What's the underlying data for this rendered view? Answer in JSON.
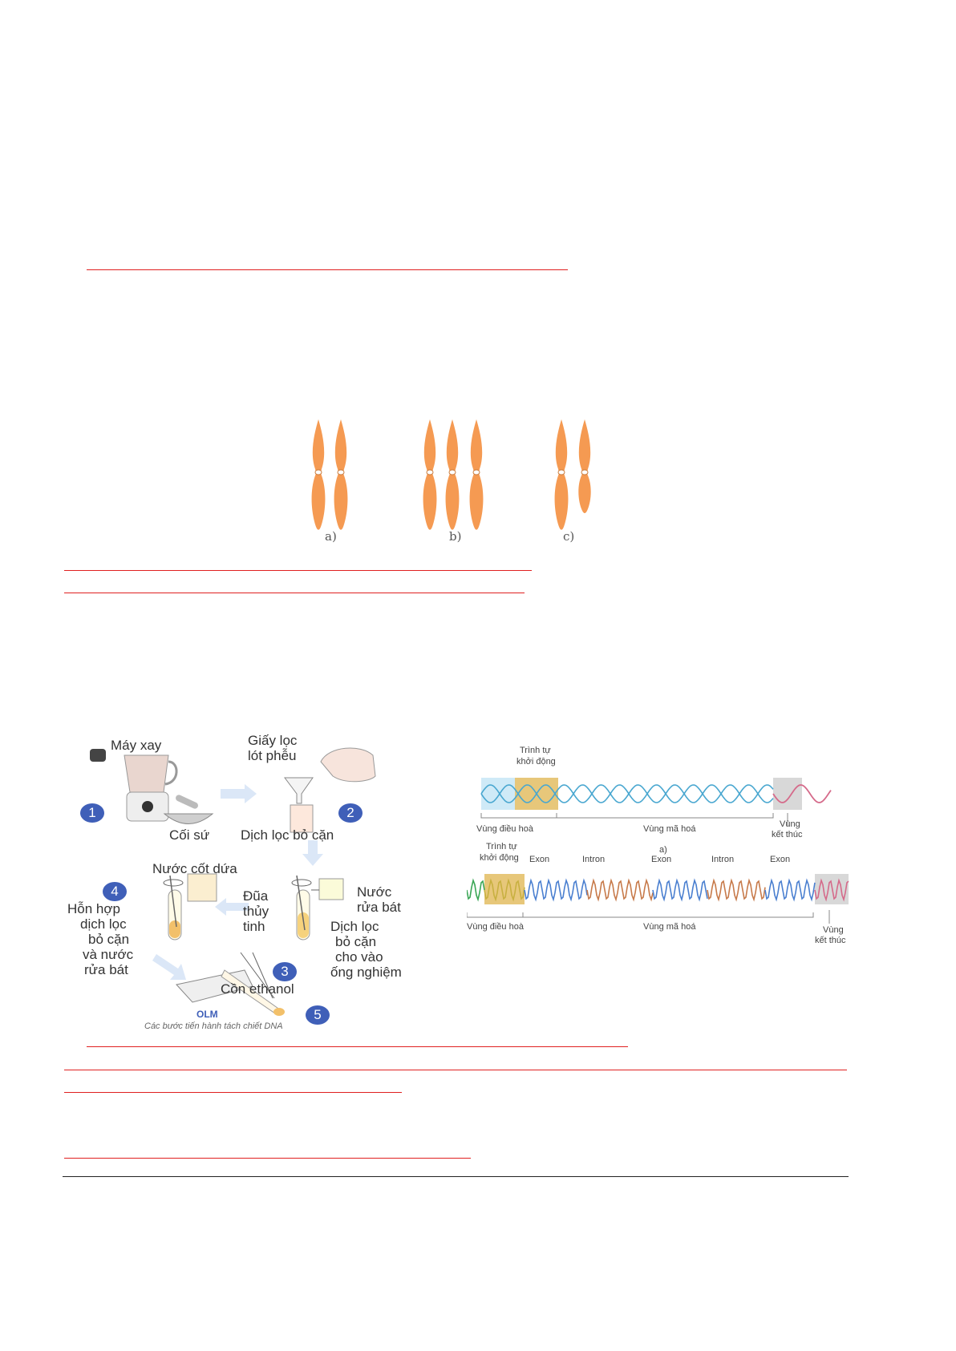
{
  "chromosome_figure": {
    "labels": [
      "a)",
      "b)",
      "c)"
    ]
  },
  "dna_extraction": {
    "steps": {
      "s1_label": "Máy xay",
      "s1_mortar": "Cối sứ",
      "s2_paper": [
        "Giấy lọc",
        "lót phễu"
      ],
      "s2_filtrate": "Dịch lọc bỏ cặn",
      "s3_rod": [
        "Đũa",
        "thủy",
        "tinh"
      ],
      "s3_detergent": [
        "Nước",
        "rửa bát"
      ],
      "s3_filtrate": [
        "Dịch lọc",
        "bỏ cặn",
        "cho vào",
        "ống nghiệm"
      ],
      "s4_pineapple": "Nước cốt dứa",
      "s4_mixture": [
        "Hỗn hợp",
        "dịch lọc",
        "bỏ cặn",
        "và nước",
        "rửa bát"
      ],
      "s5_ethanol": "Cồn ethanol",
      "logo": "OLM"
    },
    "badges": [
      "1",
      "2",
      "3",
      "4",
      "5"
    ],
    "caption": "Các bước tiến hành tách chiết DNA"
  },
  "gene_structure": {
    "a": {
      "promoter": [
        "Trình tự",
        "khởi động"
      ],
      "regulatory": "Vùng điều hoà",
      "coding": "Vùng mã hoá",
      "terminator": [
        "Vùng",
        "kết thúc"
      ],
      "label": "a)"
    },
    "b": {
      "promoter": [
        "Trình tự",
        "khởi động"
      ],
      "segments": [
        "Exon",
        "Intron",
        "Exon",
        "Intron",
        "Exon"
      ],
      "regulatory": "Vùng điều hoà",
      "coding": "Vùng mã hoá",
      "terminator": [
        "Vùng",
        "kết thúc"
      ]
    }
  }
}
